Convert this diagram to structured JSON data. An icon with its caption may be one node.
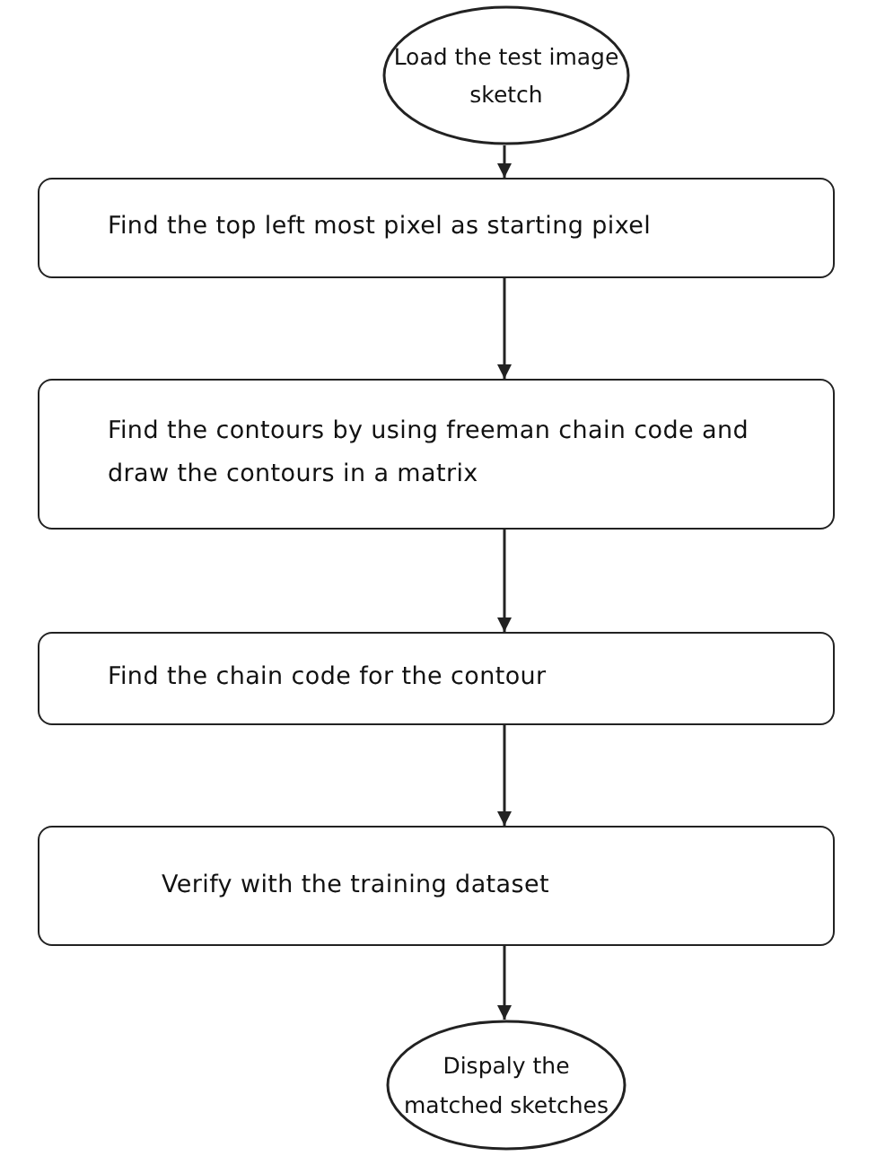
{
  "diagram": {
    "nodes": [
      {
        "text": [
          "Load the test image sketch"
        ]
      },
      {
        "text": [
          "Find the top left most pixel as starting pixel"
        ]
      },
      {
        "text": [
          "Find the contours by using freeman chain code and draw the contours in a matrix"
        ]
      },
      {
        "text": [
          "Find the chain code for the contour"
        ]
      },
      {
        "text": [
          "Verify with the training dataset"
        ]
      },
      {
        "text": [
          "Dispaly the matched sketches"
        ]
      }
    ],
    "edges": [
      {
        "from": 0,
        "to": 1,
        "arrow": "to"
      },
      {
        "from": 1,
        "to": 2,
        "arrow": "to"
      },
      {
        "from": 2,
        "to": 3,
        "arrow": "to"
      },
      {
        "from": 3,
        "to": 4,
        "arrow": "to"
      },
      {
        "from": 4,
        "to": 5,
        "arrow": "to"
      }
    ]
  }
}
